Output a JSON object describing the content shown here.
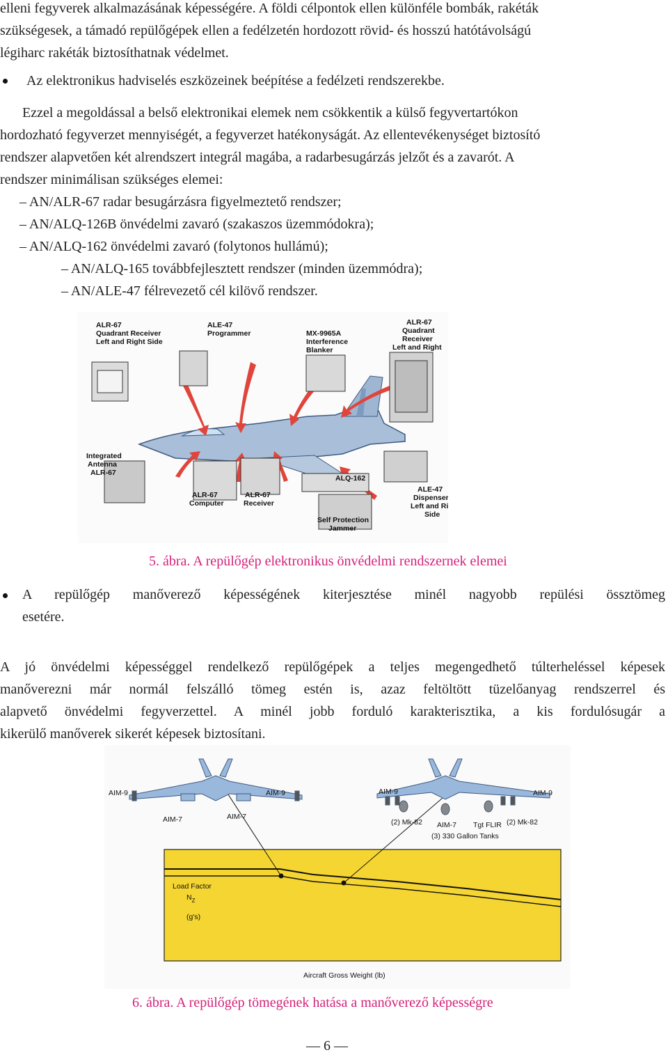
{
  "intro": {
    "line1": "elleni fegyverek alkalmazásának képességére. A földi célpontok ellen különféle bombák, rakéták",
    "line2": "szükségesek, a támadó repülőgépek ellen a fedélzetén hordozott rövid- és hosszú hatótávolságú",
    "line3": "légiharc rakéták biztosíthatnak védelmet."
  },
  "bullet1": "Az elektronikus hadviselés eszközeinek beépítése a fedélzeti rendszerekbe.",
  "para1": {
    "line1": "Ezzel a megoldással a belső elektronikai elemek nem csökkentik a külső fegyvertartókon",
    "line2": "hordozható fegyverzet mennyiségét, a fegyverzet hatékonyságát. Az ellentevékenységet biztosító",
    "line3": "rendszer alapvetően két alrendszert integrál magába, a radarbesugárzás jelzőt és a zavarót. A",
    "line4": "rendszer minimálisan szükséges elemei:"
  },
  "list": [
    "– AN/ALR-67 radar besugárzásra figyelmeztető rendszer;",
    "– AN/ALQ-126B önvédelmi zavaró (szakaszos üzemmódokra);",
    "– AN/ALQ-162 önvédelmi zavaró (folytonos hullámú);",
    "– AN/ALQ-165 továbbfejlesztett rendszer (minden üzemmódra);",
    "– AN/ALE-47 félrevezető cél kilövő rendszer."
  ],
  "figure5": {
    "labels": {
      "alr67_qr_left": [
        "ALR-67",
        "Quadrant Receiver",
        "Left and Right Side"
      ],
      "ale47_prog": [
        "ALE-47",
        "Programmer"
      ],
      "mx9965": [
        "MX-9965A",
        "Interference",
        "Blanker"
      ],
      "alr67_qr_right": [
        "ALR-67",
        "Quadrant",
        "Receiver",
        "Left and Right"
      ],
      "antenna": [
        "Integrated",
        "Antenna",
        "ALR-67"
      ],
      "computer": [
        "ALR-67",
        "Computer"
      ],
      "receiver": [
        "ALR-67",
        "Receiver"
      ],
      "alq162": [
        "ALQ-162"
      ],
      "jammer": [
        "Self Protection",
        "Jammer"
      ],
      "dispenser": [
        "ALE-47",
        "Dispenser",
        "Left and Right",
        "Side"
      ]
    },
    "caption": "5. ábra. A repülőgép elektronikus önvédelmi rendszernek elemei"
  },
  "bullet2": {
    "line1": "A repülőgép manőverező képességének kiterjesztése minél nagyobb repülési össztömeg",
    "line2": "esetére."
  },
  "para2": {
    "line1": "A jó önvédelmi képességgel rendelkező repülőgépek a teljes megengedhető túlterheléssel képesek",
    "line2": "manőverezni már normál felszálló tömeg estén is, azaz feltöltött tüzelőanyag rendszerrel és",
    "line3": "alapvető önvédelmi fegyverzettel. A minél jobb forduló karakterisztika, a kis fordulósugár a",
    "line4": "kikerülő manőverek sikerét képesek biztosítani."
  },
  "figure6": {
    "labels": {
      "aim9_a": "AIM-9",
      "aim9_b": "AIM-9",
      "aim7_a": "AIM-7",
      "aim7_b": "AIM-7",
      "aim9_c": "AIM-9",
      "aim9_d": "AIM-9",
      "mk82_a": "(2) Mk-82",
      "aim7_c": "AIM-7",
      "flir": "Tgt FLIR",
      "mk82_b": "(2) Mk-82",
      "tanks": "(3) 330 Gallon Tanks",
      "ylabel1": "Load Factor",
      "ylabel2": "N",
      "ylabel2_sub": "Z",
      "ylabel3": "(g's)",
      "xlabel": "Aircraft Gross Weight (lb)"
    },
    "caption": "6. ábra. A repülőgép tömegének hatása a manőverező képességre"
  },
  "footer": {
    "page_number": "— 6 —"
  },
  "colors": {
    "caption": "#d4227a",
    "chart_fill": "#f5d531",
    "jet_blue": "#8fb2d8",
    "arrow_red": "#e0443a"
  }
}
